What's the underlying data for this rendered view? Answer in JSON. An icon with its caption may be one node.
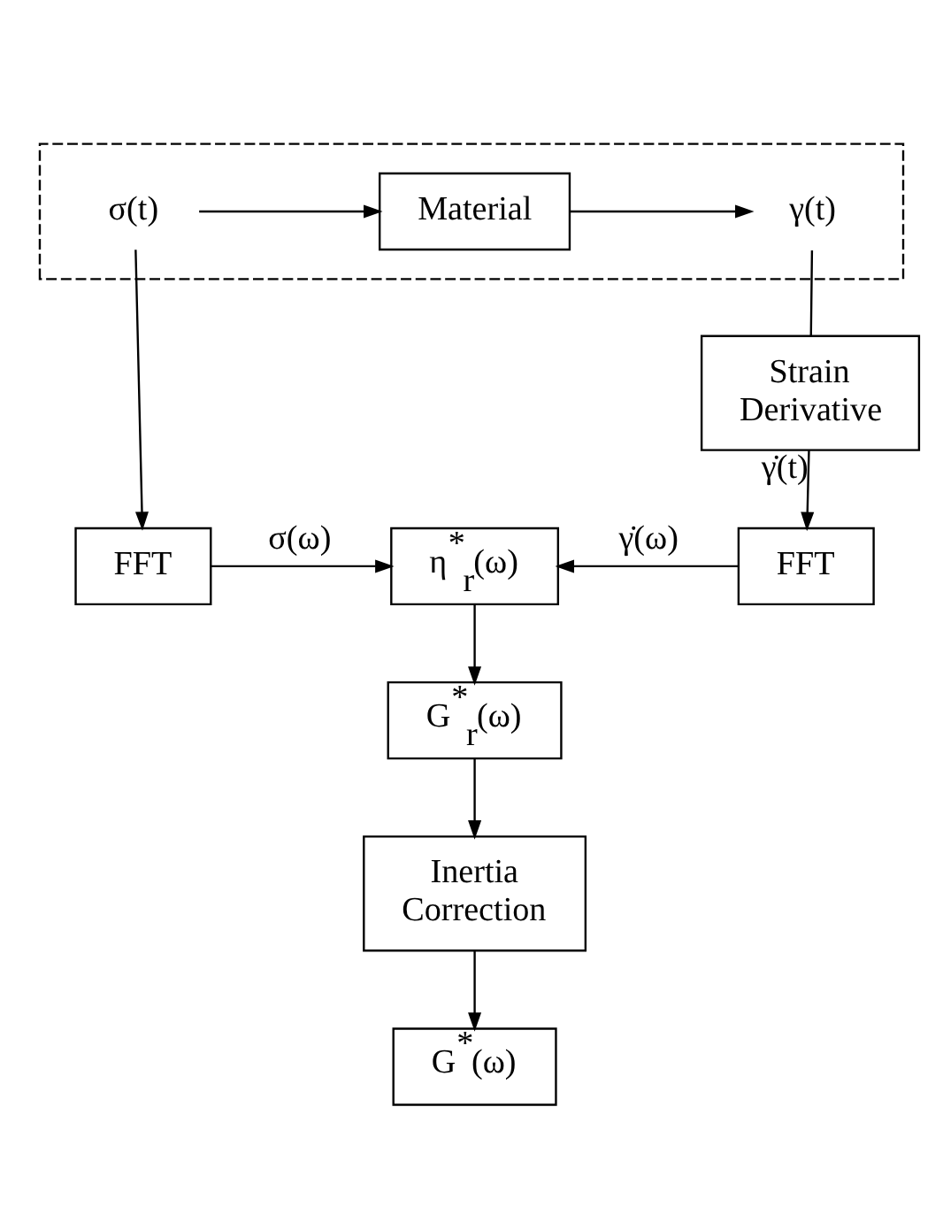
{
  "diagram": {
    "nodes": [
      {
        "text": [],
        "shape": "box"
      },
      {
        "text": [
          "σ(t)"
        ],
        "in": 0
      },
      {
        "text": [
          "Material"
        ],
        "in": 0
      },
      {
        "text": [
          "γ(t)"
        ],
        "in": 0
      },
      {
        "text": [
          "Strain Derivative"
        ]
      },
      {
        "text": [
          "FFT"
        ]
      },
      {
        "text": [
          "η$^{*}$$_{r}$(ω)"
        ]
      },
      {
        "text": [
          "FFT"
        ]
      },
      {
        "text": [
          "G$^{*}$$_{r}$(ω)"
        ]
      },
      {
        "text": [
          "Inertia Correction"
        ]
      },
      {
        "text": [
          "G$^{*}$(ω)"
        ]
      }
    ],
    "edges": [
      {
        "from": 1,
        "to": 2,
        "arrow": "to"
      },
      {
        "from": 2,
        "to": 3,
        "arrow": "to"
      },
      {
        "from": 3,
        "to": 4,
        "arrow": "none"
      },
      {
        "from": 4,
        "to": 7,
        "arrow": "to",
        "label": "γ̇(t)"
      },
      {
        "from": 1,
        "to": 5,
        "arrow": "to"
      },
      {
        "from": 5,
        "to": 6,
        "arrow": "to",
        "label": "σ(ω)"
      },
      {
        "from": 7,
        "to": 6,
        "arrow": "to",
        "label": "γ̇(ω)"
      },
      {
        "from": 6,
        "to": 8,
        "arrow": "to"
      },
      {
        "from": 8,
        "to": 9,
        "arrow": "to"
      },
      {
        "from": 9,
        "to": 10,
        "arrow": "to"
      }
    ]
  }
}
